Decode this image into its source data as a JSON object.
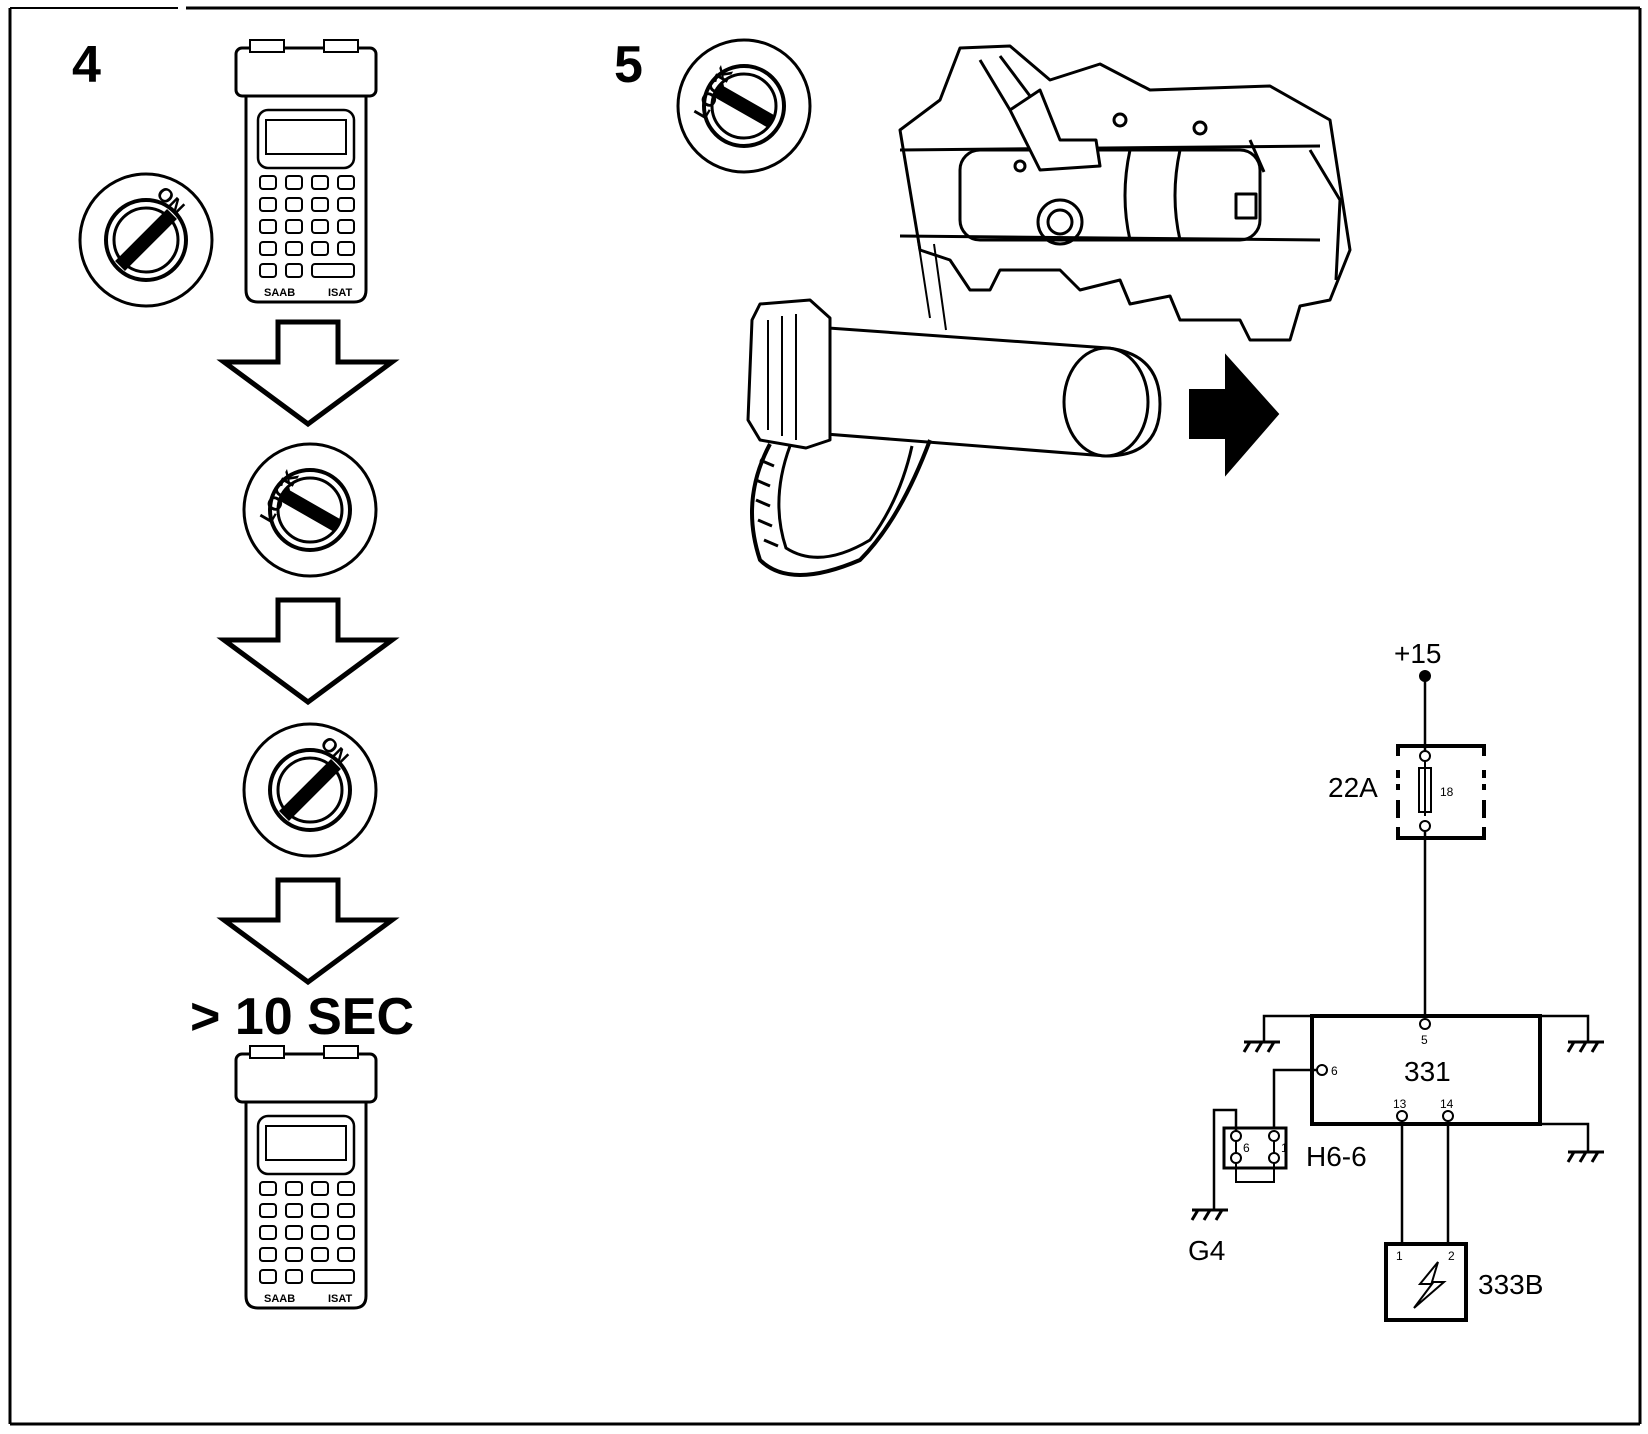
{
  "steps": {
    "step4": "4",
    "step5": "5"
  },
  "keys": {
    "on": "ON",
    "lock": "LOCK"
  },
  "timer_label": "> 10 SEC",
  "tester": {
    "brand_left": "SAAB",
    "brand_right": "ISAT"
  },
  "circuit": {
    "supply": "+15",
    "fuse_box": "22A",
    "fuse_number": "18",
    "module": "331",
    "module_pins": {
      "p5": "5",
      "p6": "6",
      "p13": "13",
      "p14": "14"
    },
    "connector": "H6-6",
    "connector_pins": {
      "p6": "6",
      "p1": "1"
    },
    "ground": "G4",
    "squib": "333B",
    "squib_pins": {
      "p1": "1",
      "p2": "2"
    }
  },
  "colors": {
    "ink": "#000000",
    "paper": "#ffffff"
  }
}
